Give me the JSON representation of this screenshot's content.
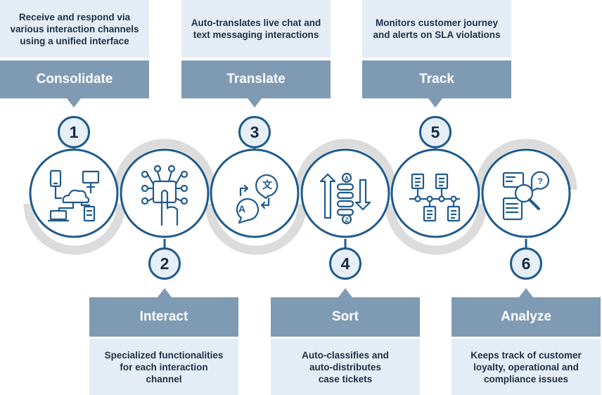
{
  "steps": [
    {
      "num": "1",
      "title": "Consolidate",
      "desc": "Receive and respond via\nvarious interaction channels\nusing a unified interface",
      "icon": "network-devices-cloud-icon"
    },
    {
      "num": "2",
      "title": "Interact",
      "desc": "Specialized functionalities\nfor each interaction\nchannel",
      "icon": "touch-circuit-icon"
    },
    {
      "num": "3",
      "title": "Translate",
      "desc": "Auto-translates live chat and\ntext messaging interactions",
      "icon": "translate-bubbles-icon"
    },
    {
      "num": "4",
      "title": "Sort",
      "desc": "Auto-classifies and\nauto-distributes\ncase tickets",
      "icon": "sort-arrows-icon"
    },
    {
      "num": "5",
      "title": "Track",
      "desc": "Monitors customer journey\nand alerts on SLA violations",
      "icon": "tracking-timeline-icon"
    },
    {
      "num": "6",
      "title": "Analyze",
      "desc": "Keeps track of customer\nloyalty, operational and\ncompliance issues",
      "icon": "analyze-magnifier-icon"
    }
  ],
  "icon_letters": {
    "a": "A",
    "x": "文",
    "z": "Z",
    "q": "?"
  },
  "colors": {
    "accent": "#1f5a8c",
    "banner": "#7f9bb3",
    "desc_bg": "#e4edf5",
    "ring": "#dcdcdc"
  }
}
